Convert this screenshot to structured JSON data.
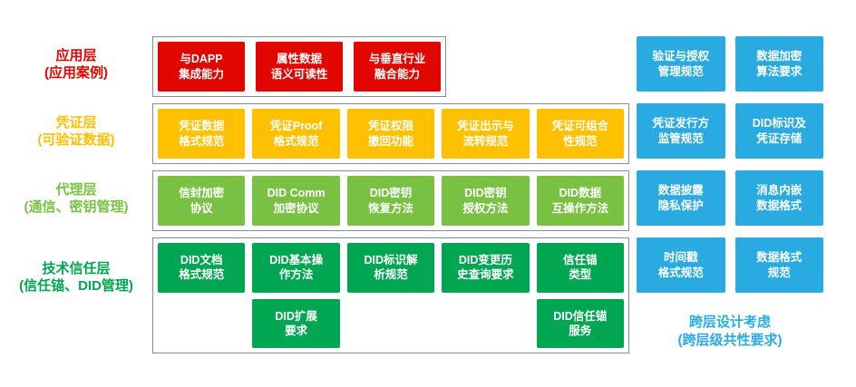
{
  "colors": {
    "red": "#e10600",
    "yellow": "#ffc000",
    "light_green": "#79c143",
    "dark_green": "#00a651",
    "blue": "#29abe2"
  },
  "layers": [
    {
      "label": "应用层\n(应用案例)",
      "boxes": [
        "与DAPP\n集成能力",
        "属性数据\n语义可读性",
        "与垂直行业\n融合能力"
      ]
    },
    {
      "label": "凭证层\n(可验证数据)",
      "boxes": [
        "凭证数据\n格式规范",
        "凭证Proof\n格式规范",
        "凭证权限\n撤回功能",
        "凭证出示与\n流转规范",
        "凭证可组合\n性规范"
      ]
    },
    {
      "label": "代理层\n(通信、密钥管理)",
      "boxes": [
        "信封加密\n协议",
        "DID Comm\n加密协议",
        "DID密钥\n恢复方法",
        "DID密钥\n授权方法",
        "DID数据\n互操作方法"
      ]
    },
    {
      "label": "技术信任层\n(信任锚、DID管理)",
      "boxes": [
        "DID文档\n格式规范",
        "DID基本操\n作方法",
        "DID标识解\n析规范",
        "DID变更历\n史查询要求",
        "信任锚\n类型"
      ],
      "boxes_row2": [
        "DID扩展\n要求",
        "DID信任锚\n服务"
      ]
    }
  ],
  "cross_layer": {
    "label": "跨层设计考虑\n(跨层级共性要求)",
    "boxes": [
      "验证与授权\n管理规范",
      "数据加密\n算法要求",
      "凭证发行方\n监管规范",
      "DID标识及\n凭证存储",
      "数据披露\n隐私保护",
      "消息内嵌\n数据格式",
      "时间戳\n格式规范",
      "数据格式\n规范"
    ]
  }
}
